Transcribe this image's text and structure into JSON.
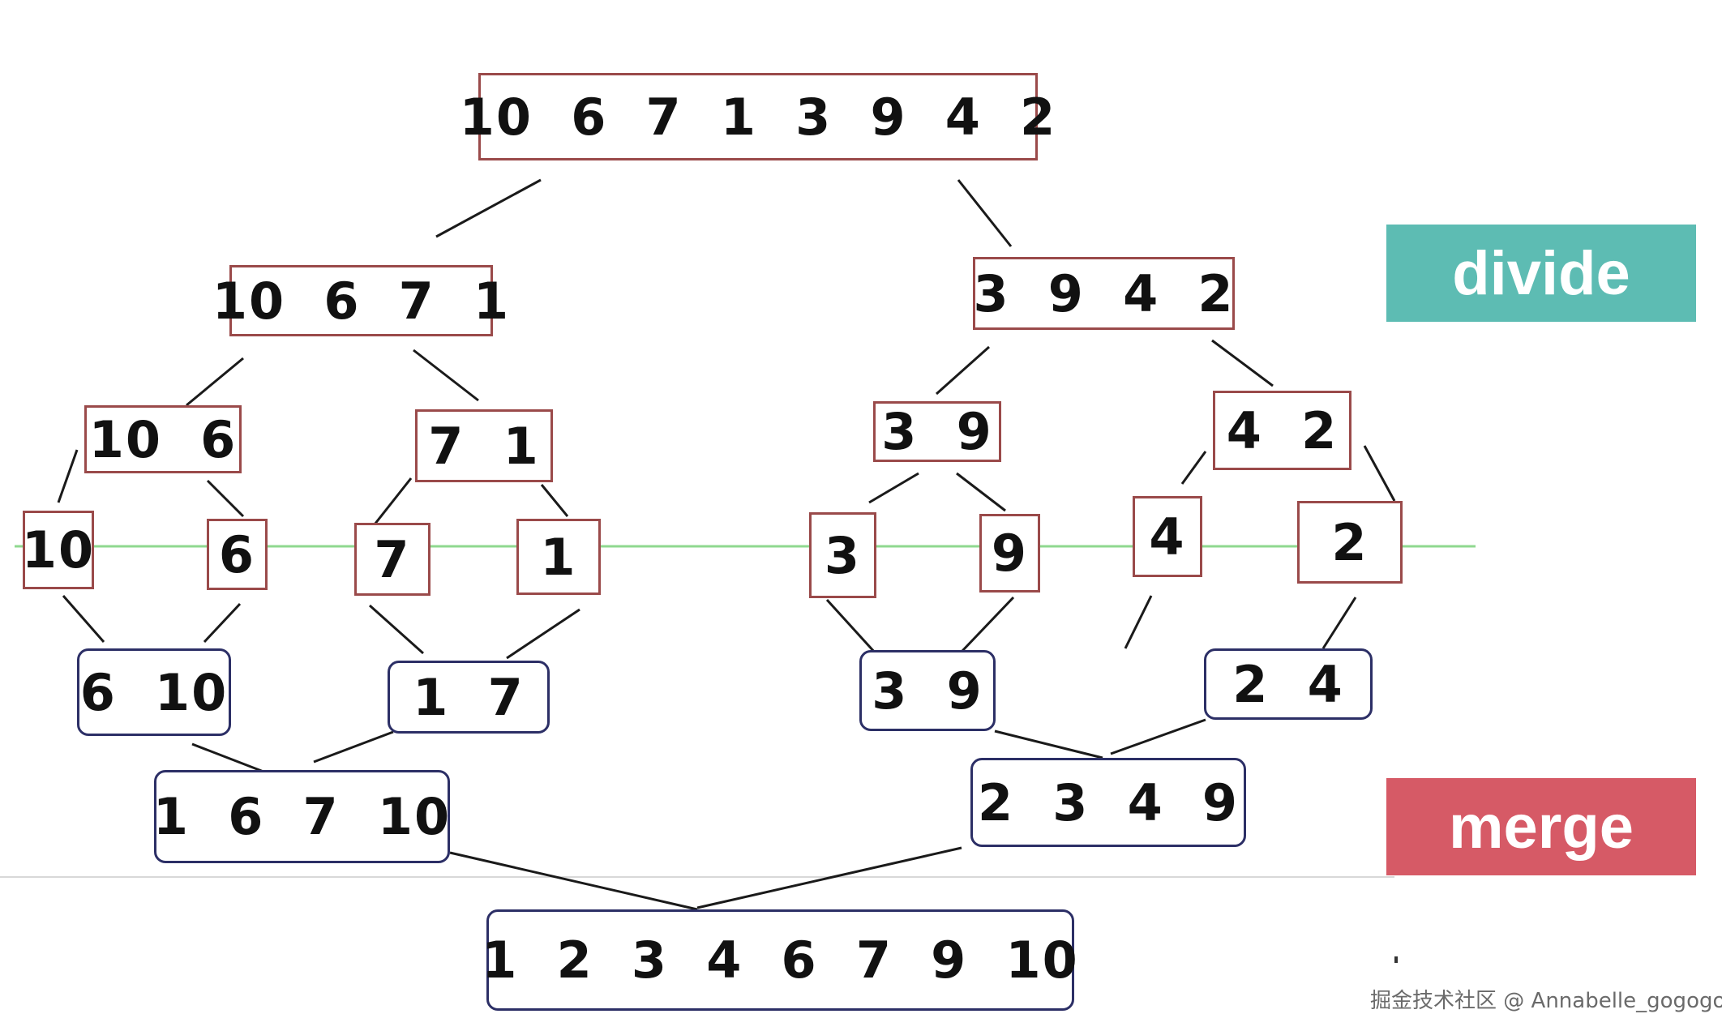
{
  "diagram": {
    "divide_tree": {
      "root": "10  6  7  1  3  9  4  2",
      "level1": [
        "10  6  7  1",
        "3  9  4  2"
      ],
      "level2": [
        "10  6",
        "7  1",
        "3  9",
        "4  2"
      ],
      "leaves": [
        "10",
        "6",
        "7",
        "1",
        "3",
        "9",
        "4",
        "2"
      ]
    },
    "merge_tree": {
      "level1": [
        "6  10",
        "1  7",
        "3  9",
        "2  4"
      ],
      "level2": [
        "1  6  7  10",
        "2  3  4  9"
      ],
      "result": "1  2  3  4  6  7  9  10"
    }
  },
  "labels": {
    "divide": "divide",
    "merge": "merge",
    "divide_color": "#5dbcb3",
    "merge_color": "#d65a66"
  },
  "colors": {
    "divide_border": "#9a4a4a",
    "merge_border": "#2c2f66",
    "split_line": "#8fd88f",
    "connector": "#1a1a1a"
  },
  "watermark": "掘金技术社区 @ Annabelle_gogogo"
}
